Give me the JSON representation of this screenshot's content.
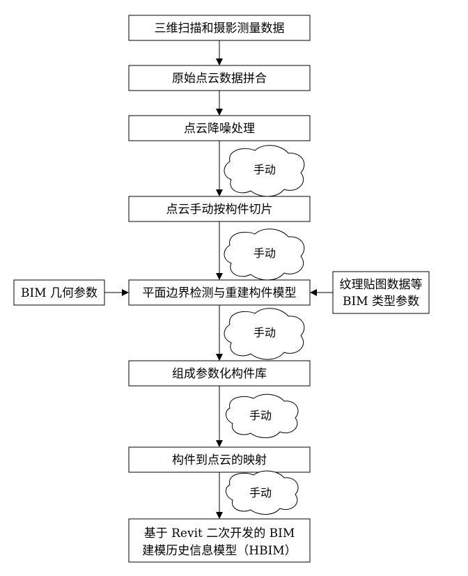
{
  "flow_steps": [
    {
      "id": "step-scan",
      "label": "三维扫描和摄影测量数据"
    },
    {
      "id": "step-merge",
      "label": "原始点云数据拼合"
    },
    {
      "id": "step-denoise",
      "label": "点云降噪处理"
    },
    {
      "id": "step-slice",
      "label": "点云手动按构件切片"
    },
    {
      "id": "step-rebuild",
      "label": "平面边界检测与重建构件模型"
    },
    {
      "id": "step-library",
      "label": "组成参数化构件库"
    },
    {
      "id": "step-mapping",
      "label": "构件到点云的映射"
    },
    {
      "id": "step-hbim",
      "label_line1": "基于 Revit 二次开发的 BIM",
      "label_line2": "建模历史信息模型（HBIM）"
    }
  ],
  "side_inputs": {
    "left": {
      "label": "BIM 几何参数"
    },
    "right": {
      "label_line1": "纹理贴图数据等",
      "label_line2": "BIM 类型参数"
    }
  },
  "manual_annotations": [
    "手动",
    "手动",
    "手动",
    "手动",
    "手动"
  ],
  "colors": {
    "stroke": "#000000",
    "background": "#ffffff"
  }
}
